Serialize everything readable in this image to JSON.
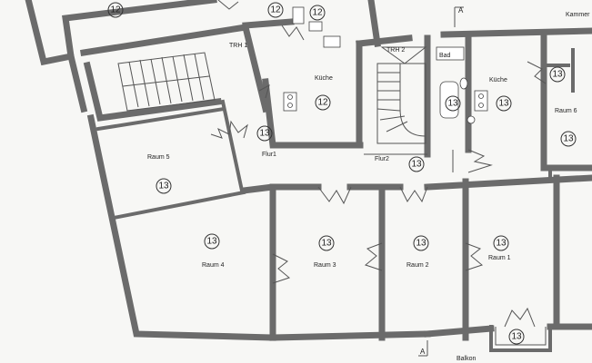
{
  "plan": {
    "rooms": [
      {
        "key": "trh1",
        "label": "TRH 1",
        "number": ""
      },
      {
        "key": "trh2",
        "label": "TRH 2",
        "number": ""
      },
      {
        "key": "bad",
        "label": "Bad",
        "number": ""
      },
      {
        "key": "kammer",
        "label": "Kammer",
        "number": ""
      },
      {
        "key": "kueche1",
        "label": "Küche",
        "number": "12"
      },
      {
        "key": "kueche2",
        "label": "Küche",
        "number": "13"
      },
      {
        "key": "raum6",
        "label": "Raum 6",
        "number": "13"
      },
      {
        "key": "raum5",
        "label": "Raum 5",
        "number": "13"
      },
      {
        "key": "flur1",
        "label": "Flur1",
        "number": "13"
      },
      {
        "key": "flur2",
        "label": "Flur2",
        "number": "13"
      },
      {
        "key": "raum4",
        "label": "Raum 4",
        "number": "13"
      },
      {
        "key": "raum3",
        "label": "Raum 3",
        "number": "13"
      },
      {
        "key": "raum2",
        "label": "Raum 2",
        "number": "13"
      },
      {
        "key": "raum1",
        "label": "Raum 1",
        "number": "13"
      },
      {
        "key": "balkon",
        "label": "Balkon",
        "number": "13"
      }
    ],
    "extra_numbers": {
      "top_left": "12",
      "top_a": "12",
      "top_b": "12",
      "kammer_num": "13",
      "bad_num": "13"
    },
    "section_marks": [
      "A",
      "A"
    ]
  }
}
